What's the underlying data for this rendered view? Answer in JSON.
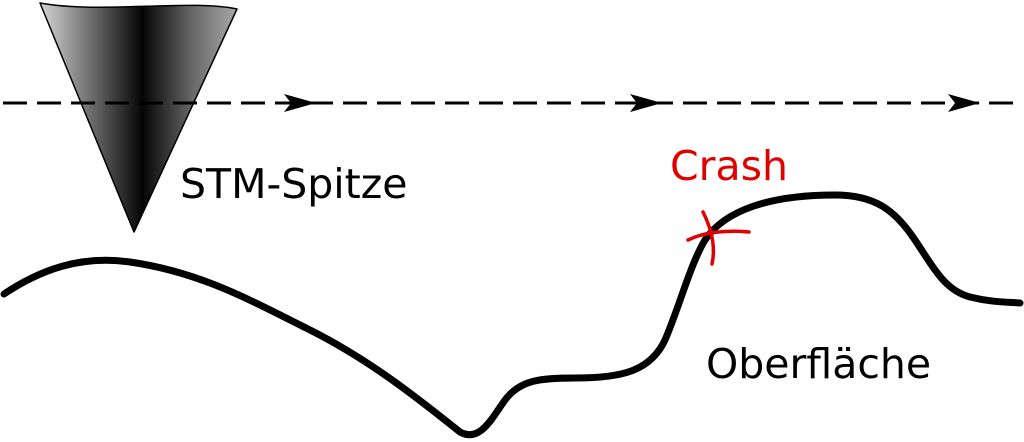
{
  "labels": {
    "tip": "STM-Spitze",
    "crash": "Crash",
    "surface": "Oberfläche"
  },
  "colors": {
    "line": "#000000",
    "crash": "#e00000",
    "background": "#ffffff"
  }
}
